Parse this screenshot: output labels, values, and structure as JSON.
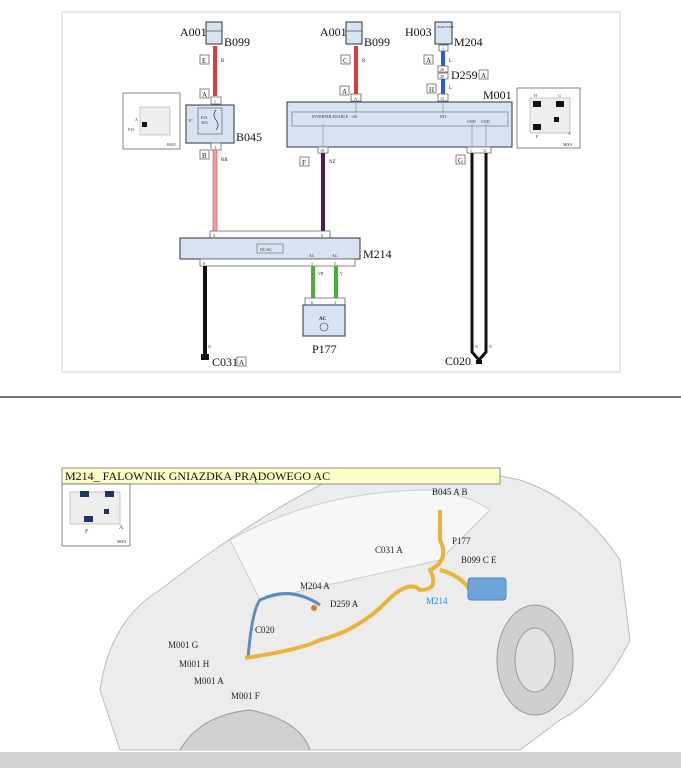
{
  "schematic": {
    "left_feed": {
      "top_left": "A001",
      "top_right": "B099",
      "conn_top": "E",
      "wire_top": "R",
      "conn_mid": "A",
      "pin_in": "1",
      "pin_out": "3",
      "conn_bottom": "B",
      "wire_bottom": "RB"
    },
    "fuse_box": {
      "name": "B045",
      "fuse_label": "F33\n30A",
      "fuse_a": "F33",
      "fuse_b": "30A",
      "side": "IC"
    },
    "b045_inset": {
      "name": "B045",
      "pin": "A",
      "fuse": "F33"
    },
    "mid_feed": {
      "top_left": "A001",
      "top_right": "B099",
      "conn_top": "C",
      "wire_top": "R",
      "conn_mid": "A",
      "pin": "A"
    },
    "start_stop": {
      "top_left": "H003",
      "top_right": "M204",
      "button_text": "START STOP",
      "pin_top": "1",
      "conn_top": "A",
      "wire": "L",
      "splice_pins": [
        "20",
        "20"
      ],
      "splice": "D259",
      "splice_conn": "A",
      "conn_bottom": "H",
      "wire_bottom": "L",
      "pin_bottom": "12"
    },
    "ecu": {
      "name": "M001",
      "inverter_enable": "INVERTER ENABLE",
      "plus30": "+30",
      "int": "INT",
      "gnd1": "GND",
      "gnd2": "GND",
      "pin_enable": "18",
      "conn_enable": "F",
      "wire_enable": "NZ",
      "pin_gnd1": "1",
      "pin_gnd2": "11",
      "conn_gnd": "G"
    },
    "m001_inset": {
      "name": "M001",
      "pins": [
        "H",
        "G",
        "F",
        "A"
      ]
    },
    "inverter": {
      "name": "M214",
      "center": "DC/AC",
      "pin_in1": "4",
      "pin_in2": "6",
      "pin_out_gnd": "8",
      "pin_ac1": "1",
      "pin_ac2": "5",
      "ac1": "AC",
      "ac2": "AC",
      "wire_ac1": "VB",
      "wire_ac2": "V"
    },
    "socket": {
      "name": "P177",
      "label": "AC",
      "pin1": "6",
      "pin2": "3"
    },
    "ground_left": {
      "name": "C031",
      "conn": "A",
      "wire": "N"
    },
    "ground_right": {
      "name": "C020",
      "wire1": "N",
      "wire2": "N"
    }
  },
  "location": {
    "title": "M214_ FALOWNIK GNIAZDKA PRĄDOWEGO AC",
    "inset": {
      "name": "M001",
      "pin_f": "F",
      "pin_a": "A"
    },
    "labels": [
      "B045  A B",
      "P177",
      "C031  A",
      "B099  C E",
      "M214",
      "M204  A",
      "D259  A",
      "C020",
      "M001  G",
      "M001  H",
      "M001  A",
      "M001  F"
    ],
    "highlight_color": "#1a8fe0"
  },
  "colors": {
    "red": "#e03a3a",
    "pink": "#e9a0a0",
    "purple": "#4a1a50",
    "blue": "#2b5fd0",
    "green": "#4caf3a",
    "black": "#111111",
    "module": "#d5e3f2",
    "title_bg": "#fdfdc8"
  }
}
